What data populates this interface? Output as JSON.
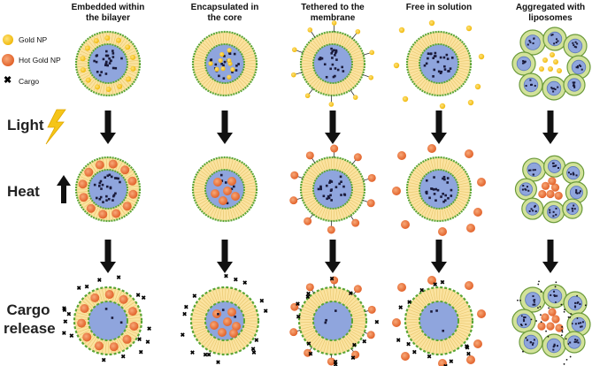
{
  "columns": [
    {
      "title": "Embedded within\nthe bilayer"
    },
    {
      "title": "Encapsulated in\nthe core"
    },
    {
      "title": "Tethered to the\nmembrane"
    },
    {
      "title": "Free in solution"
    },
    {
      "title": "Aggregated with\nliposomes"
    }
  ],
  "legend": {
    "gold": "Gold NP",
    "hot": "Hot Gold NP",
    "cargo": "Cargo"
  },
  "rows": {
    "light": "Light",
    "heat": "Heat",
    "release_line1": "Cargo",
    "release_line2": "release"
  },
  "colors": {
    "gold": "#f5c518",
    "hot": "#e8743a",
    "shell": "#fbe3a0",
    "membrane": "#5aa534",
    "core": "#8fa5dd",
    "arrow": "#111111"
  },
  "icons": [
    "lightning-icon",
    "up-arrow-icon",
    "down-arrow-icon",
    "liposome-icon"
  ]
}
